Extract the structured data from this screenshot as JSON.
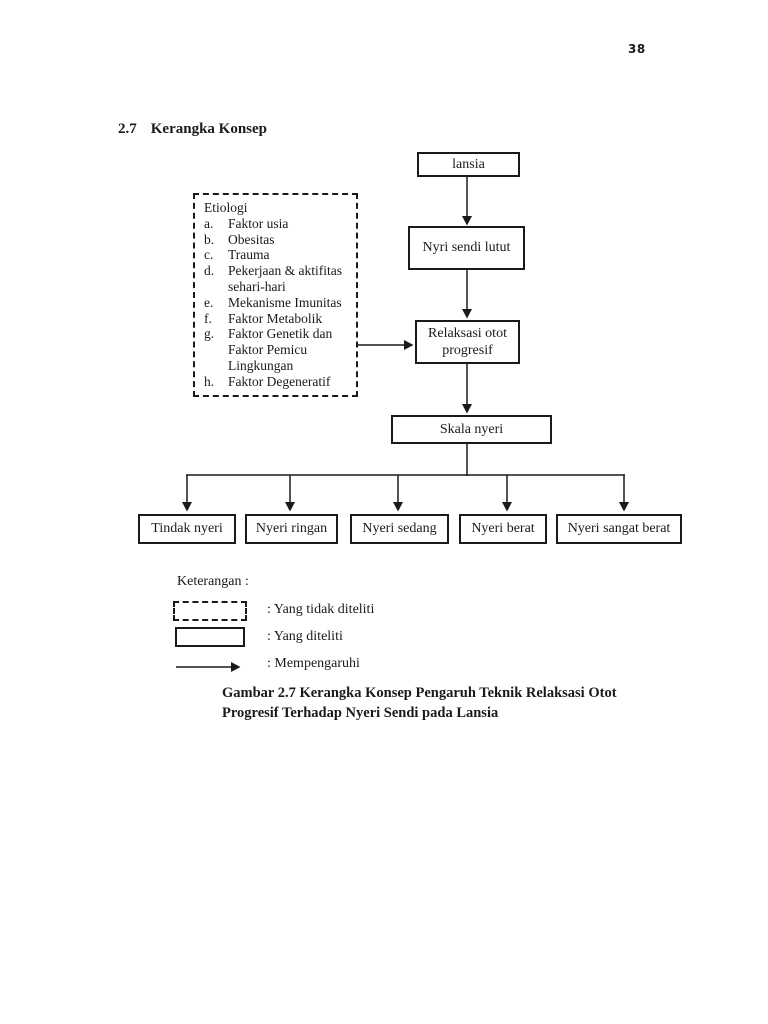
{
  "page": {
    "number": "38"
  },
  "heading": {
    "number": "2.7",
    "title": "Kerangka Konsep"
  },
  "diagram": {
    "nodes": {
      "lansia": "lansia",
      "nyeri_sendi": "Nyri sendi lutut",
      "relaksasi": "Relaksasi otot\nprogresif",
      "skala": "Skala nyeri"
    },
    "etiologi": {
      "title": "Etiologi",
      "items": [
        {
          "letter": "a.",
          "text": "Faktor usia"
        },
        {
          "letter": "b.",
          "text": "Obesitas"
        },
        {
          "letter": "c.",
          "text": "Trauma"
        },
        {
          "letter": "d.",
          "text": "Pekerjaan & aktifitas\nsehari-hari"
        },
        {
          "letter": "e.",
          "text": "Mekanisme Imunitas"
        },
        {
          "letter": "f.",
          "text": "Faktor Metabolik"
        },
        {
          "letter": "g.",
          "text": "Faktor Genetik dan\nFaktor Pemicu\nLingkungan"
        },
        {
          "letter": "h.",
          "text": "Faktor Degeneratif"
        }
      ]
    },
    "outcomes": [
      "Tindak nyeri",
      "Nyeri ringan",
      "Nyeri sedang",
      "Nyeri berat",
      "Nyeri sangat berat"
    ]
  },
  "legend": {
    "title": "Keterangan :",
    "items": [
      {
        "symbol": "dashed-box",
        "label": ": Yang tidak diteliti"
      },
      {
        "symbol": "solid-box",
        "label": ": Yang diteliti"
      },
      {
        "symbol": "arrow",
        "label": ": Mempengaruhi"
      }
    ]
  },
  "caption": "Gambar 2.7 Kerangka Konsep Pengaruh Teknik Relaksasi Otot\nProgresif Terhadap Nyeri Sendi pada Lansia",
  "colors": {
    "ink": "#1a1a1a",
    "paper": "#ffffff"
  }
}
